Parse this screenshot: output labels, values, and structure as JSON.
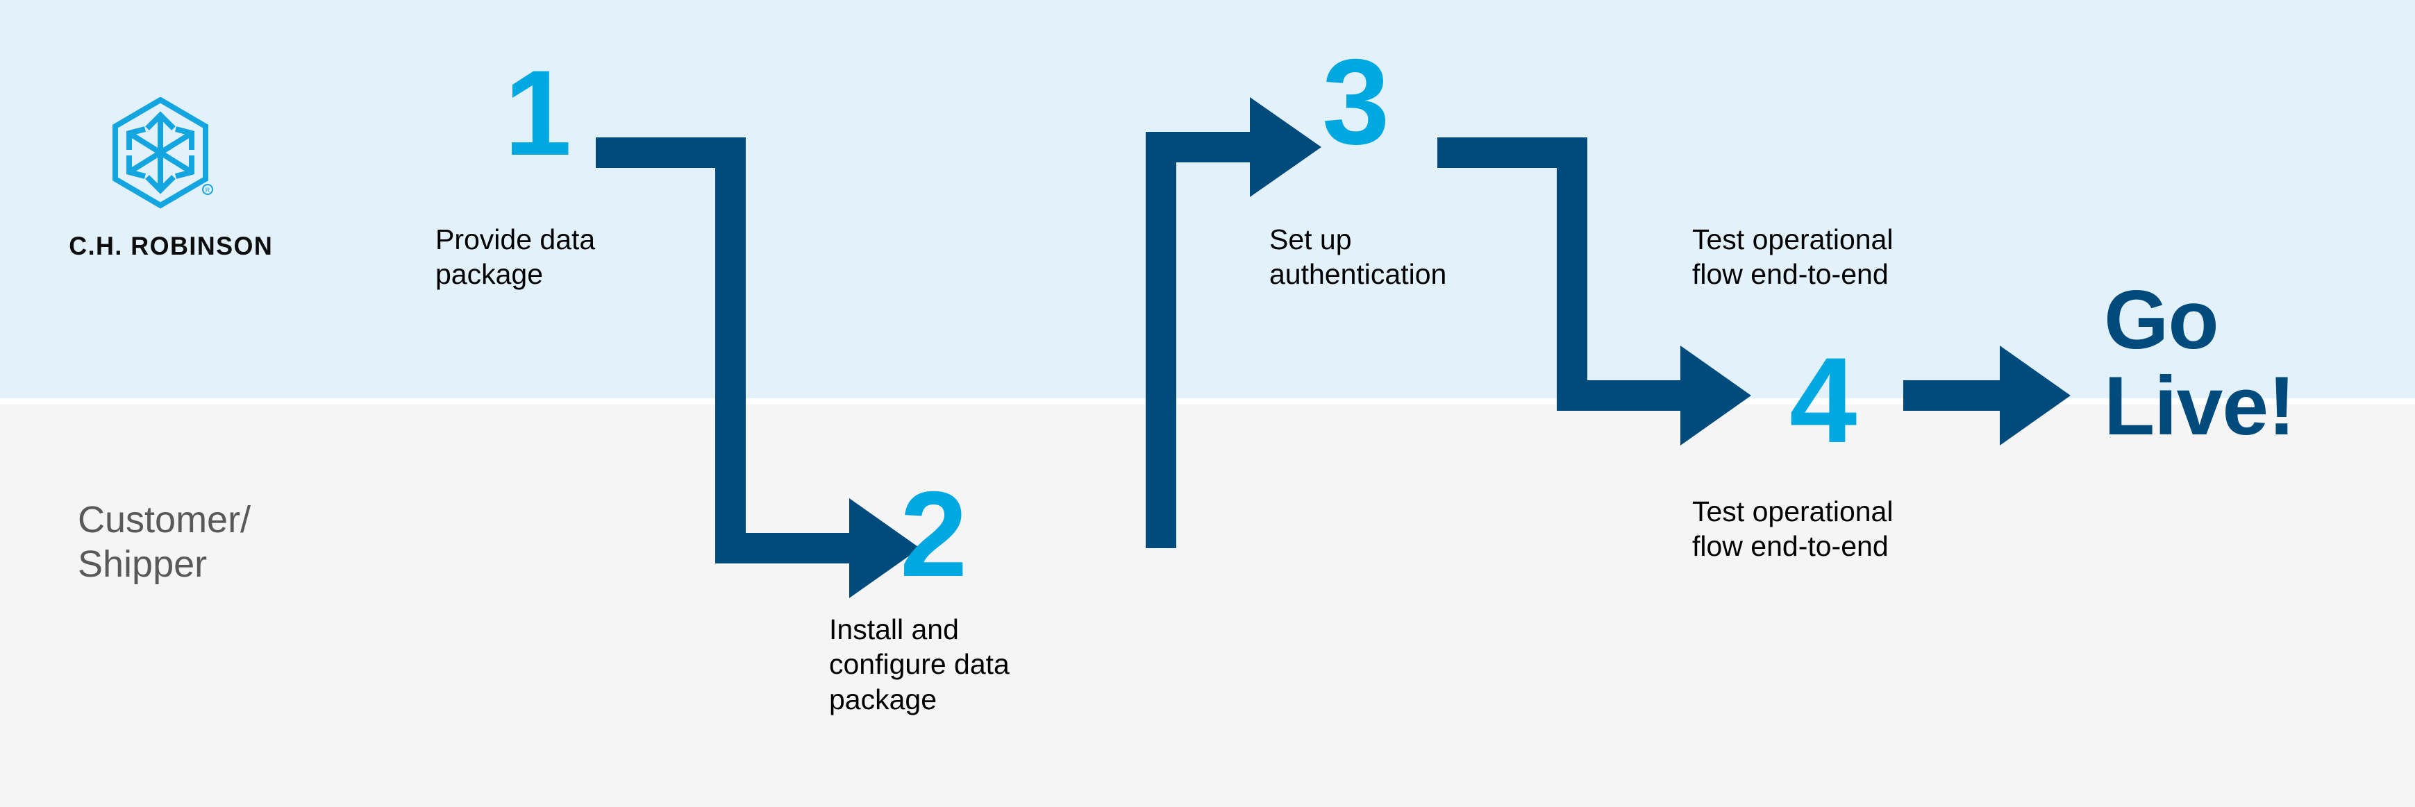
{
  "diagram": {
    "title_text_present": false,
    "colors": {
      "band_top": "#e2f1fa",
      "band_bottom": "#f5f5f5",
      "accent_cyan": "#00a8e1",
      "connector_dark_blue": "#004b7c",
      "caption_text": "#000000",
      "lane_label_text": "#58595b",
      "logo_wordmark": "#0d0d0d"
    }
  },
  "logo": {
    "mark_name": "ch-robinson-hexagon-cube-logo",
    "wordmark": "C.H. ROBINSON",
    "registered_mark": "®"
  },
  "lane": {
    "label_line1": "Customer/",
    "label_line2": "Shipper"
  },
  "steps": [
    {
      "number": "1",
      "caption_line1": "Provide data",
      "caption_line2": "package"
    },
    {
      "number": "2",
      "caption_line1": "Install and",
      "caption_line2": "configure data",
      "caption_line3": "package"
    },
    {
      "number": "3",
      "caption_line1": "Set up",
      "caption_line2": "authentication"
    },
    {
      "number": "4",
      "caption_above_line1": "Test operational",
      "caption_above_line2": "flow end-to-end",
      "caption_below_line1": "Test operational",
      "caption_below_line2": "flow end-to-end"
    }
  ],
  "outcome": {
    "line1": "Go",
    "line2": "Live!"
  },
  "connectors": [
    {
      "name": "step1-to-step2",
      "shape": "right-down-right",
      "arrowhead": "right"
    },
    {
      "name": "step2-to-step3",
      "shape": "right-up-right",
      "arrowhead": "right"
    },
    {
      "name": "step3-to-step4",
      "shape": "right-down-right",
      "arrowhead": "right"
    },
    {
      "name": "step4-to-golive",
      "shape": "right",
      "arrowhead": "right"
    }
  ]
}
